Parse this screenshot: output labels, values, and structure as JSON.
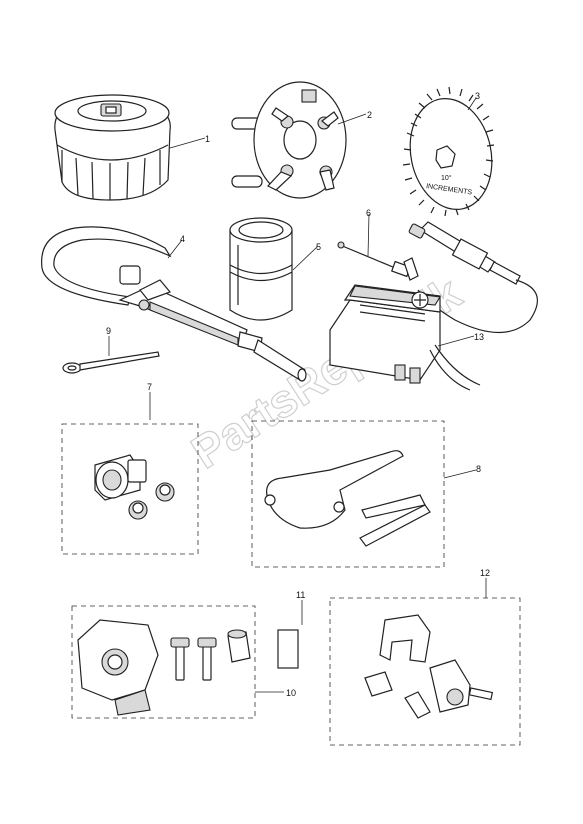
{
  "callouts": {
    "c1": "1",
    "c2": "2",
    "c3": "3",
    "c4": "4",
    "c5": "5",
    "c6": "6",
    "c7": "7",
    "c8": "8",
    "c9": "9",
    "c10": "10",
    "c11": "11",
    "c12": "12",
    "c13": "13"
  },
  "dial_text": {
    "line1": "10°",
    "line2": "INCREMENTS"
  },
  "watermark": "PartsRepublik"
}
